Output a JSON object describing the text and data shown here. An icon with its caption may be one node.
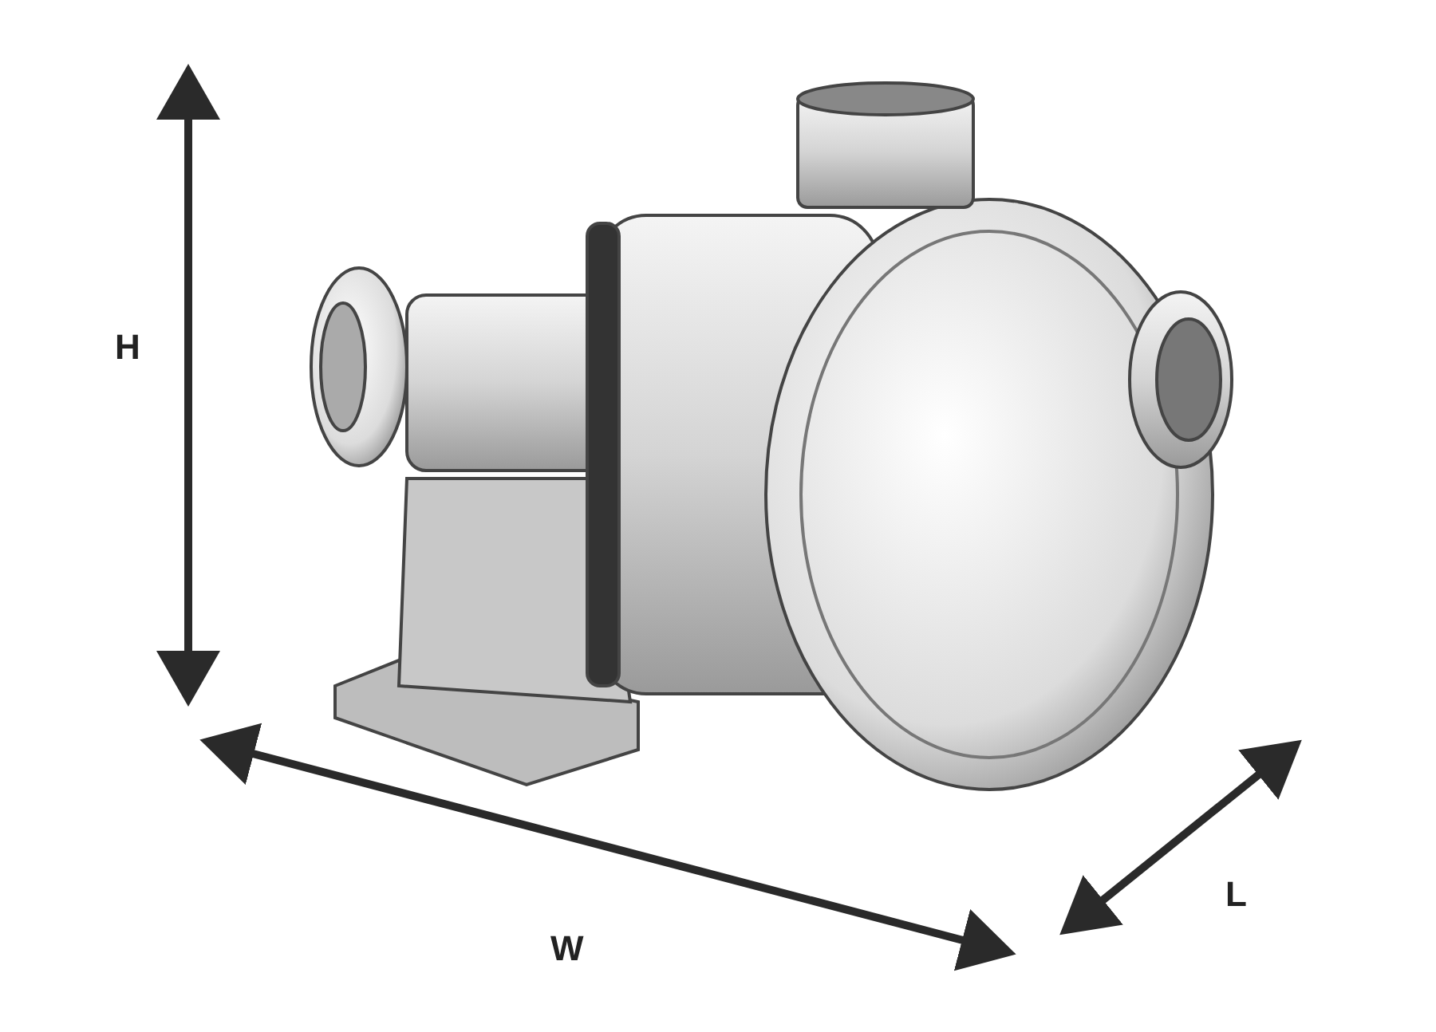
{
  "diagram": {
    "labels": [
      "H",
      "W",
      "L"
    ]
  }
}
